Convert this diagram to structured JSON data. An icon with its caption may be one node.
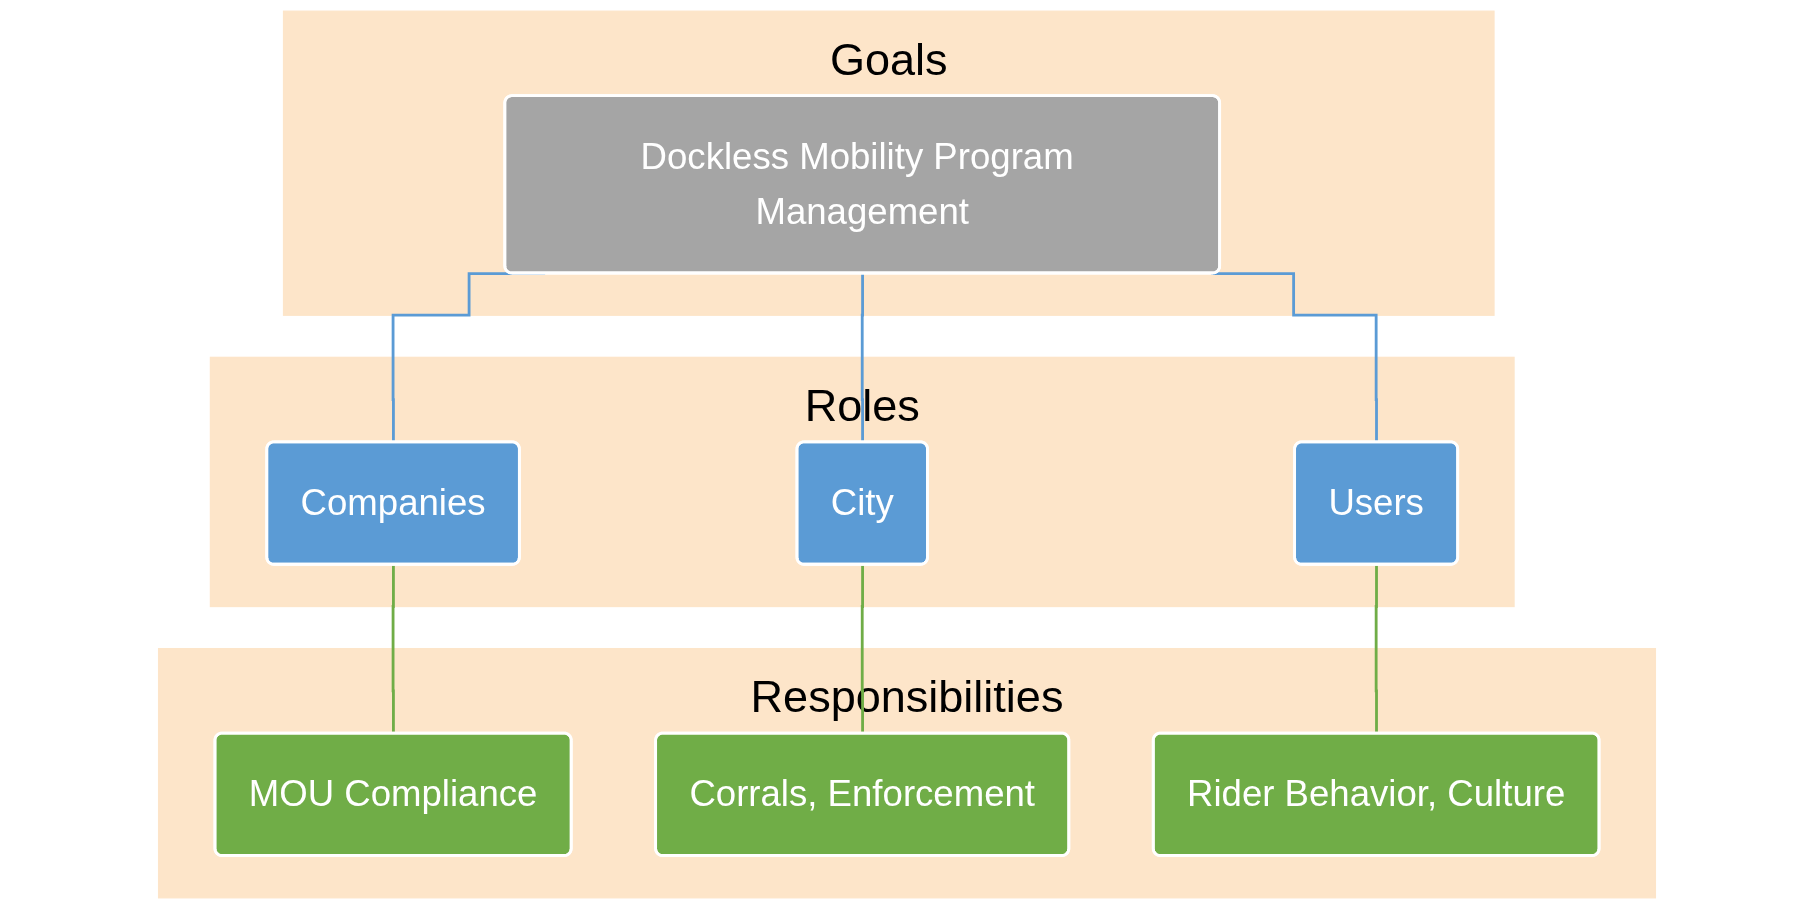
{
  "diagram": {
    "nodes": [
      {
        "text": [
          "Goals"
        ]
      },
      {
        "text": [
          "Dockless Mobility Program Management"
        ],
        "in": 0
      },
      {
        "text": [
          "Roles"
        ]
      },
      {
        "text": [
          "Companies"
        ],
        "in": 2
      },
      {
        "text": [
          "City"
        ],
        "in": 2
      },
      {
        "text": [
          "Users"
        ],
        "in": 2
      },
      {
        "text": [
          "Responsibilities"
        ]
      },
      {
        "text": [
          "MOU Compliance"
        ],
        "in": 6
      },
      {
        "text": [
          "Corrals, Enforcement"
        ],
        "in": 6
      },
      {
        "text": [
          "Rider Behavior, Culture"
        ],
        "in": 6
      }
    ],
    "edges": [
      {
        "from": 1,
        "to": 3,
        "arrow": "none",
        "color": "#5b9bd5"
      },
      {
        "from": 1,
        "to": 4,
        "arrow": "none",
        "color": "#5b9bd5"
      },
      {
        "from": 1,
        "to": 5,
        "arrow": "none",
        "color": "#5b9bd5"
      },
      {
        "from": 3,
        "to": 7,
        "arrow": "none",
        "color": "#70ad47"
      },
      {
        "from": 4,
        "to": 8,
        "arrow": "none",
        "color": "#70ad47"
      },
      {
        "from": 5,
        "to": 9,
        "arrow": "none",
        "color": "#70ad47"
      }
    ]
  }
}
